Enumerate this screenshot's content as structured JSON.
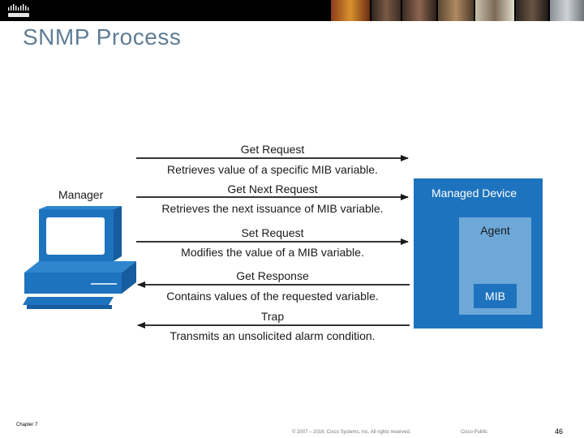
{
  "header": {
    "title": "SNMP Process"
  },
  "diagram": {
    "manager_label": "Manager",
    "messages": [
      {
        "name": "Get Request",
        "description": "Retrieves value of a specific MIB variable.",
        "direction": "to-device"
      },
      {
        "name": "Get Next Request",
        "description": "Retrieves the next issuance of MIB variable.",
        "direction": "to-device"
      },
      {
        "name": "Set Request",
        "description": "Modifies the value of a MIB variable.",
        "direction": "to-device"
      },
      {
        "name": "Get Response",
        "description": "Contains values of the requested variable.",
        "direction": "to-manager"
      },
      {
        "name": "Trap",
        "description": "Transmits an unsolicited alarm condition.",
        "direction": "to-manager"
      }
    ],
    "device_label": "Managed Device",
    "agent_label": "Agent",
    "mib_label": "MIB"
  },
  "footer": {
    "chapter": "Chapter 7",
    "copyright": "© 2007 – 2016, Cisco Systems, Inc. All rights reserved.",
    "classification": "Cisco Public",
    "page": "46"
  },
  "colors": {
    "accent_blue": "#1e73be",
    "agent_blue": "#6da8d9",
    "title_gray": "#5f7d95"
  }
}
